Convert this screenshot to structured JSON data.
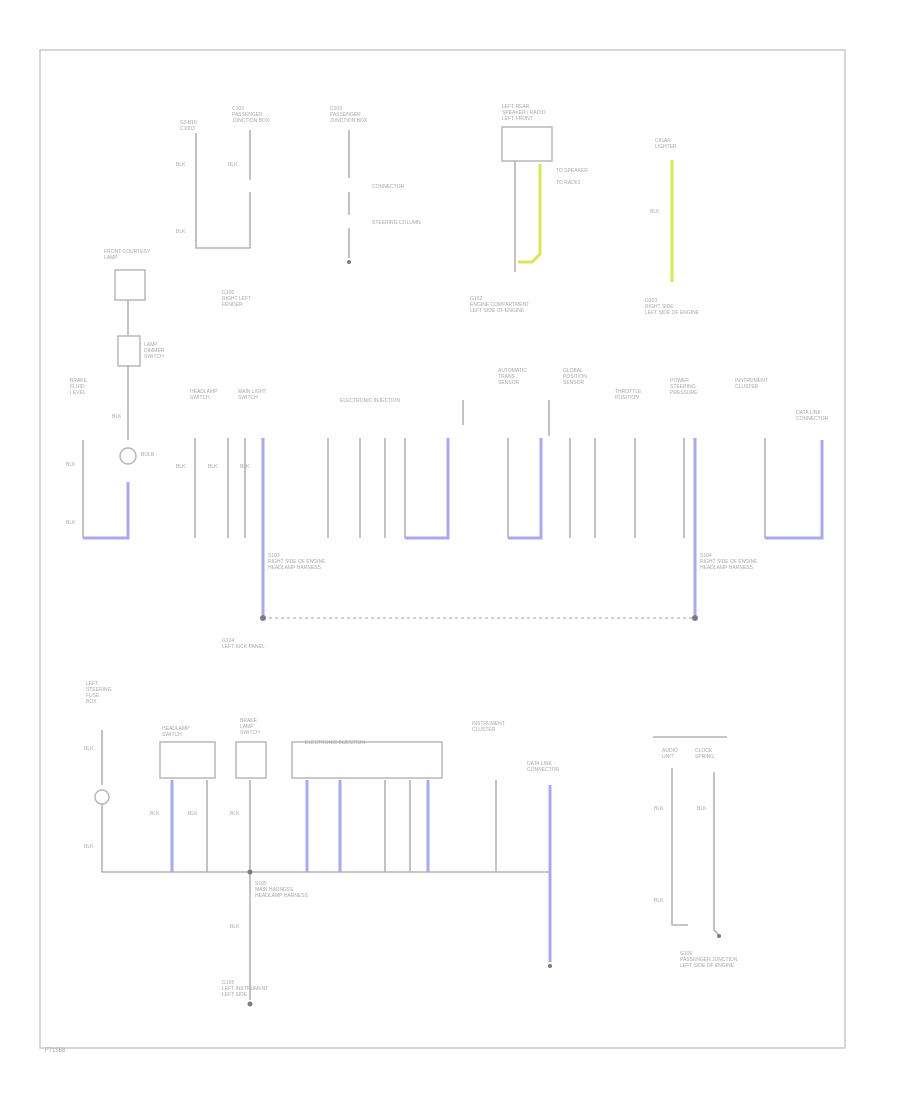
{
  "diagram": {
    "footer_code": "F71568",
    "components": [
      {
        "id": "c1",
        "label": "S3-B10\nC1003"
      },
      {
        "id": "c2",
        "label": "C103\nPASSENGER\nJUNCTION BOX"
      },
      {
        "id": "c3",
        "label": "C103\nPASSENGER\nJUNCTION BOX"
      },
      {
        "id": "c4",
        "label": "LEFT REAR\nSPEAKER / RADIO\nLEFT FRONT"
      },
      {
        "id": "c5",
        "label": "CIGAR\nLIGHTER"
      },
      {
        "id": "c6",
        "label": "FRONT COURTESY\nLAMP"
      },
      {
        "id": "c7",
        "label": "LAMP\nDIMMER\nSWITCH"
      },
      {
        "id": "c8",
        "label": "BRAKE\nFLUID\nLEVEL"
      },
      {
        "id": "c9",
        "label": "HEADLAMP\nSWITCH"
      },
      {
        "id": "c10",
        "label": "MAIN LIGHT\nSWITCH"
      },
      {
        "id": "c11",
        "label": "ELECTRONIC INJECTION"
      },
      {
        "id": "c12",
        "label": "AUTOMATIC\nTRANS\nSENSOR"
      },
      {
        "id": "c13",
        "label": "GLOBAL\nPOSITION\nSENSOR"
      },
      {
        "id": "c14",
        "label": "THROTTLE\nPOSITION"
      },
      {
        "id": "c15",
        "label": "POWER\nSTEERING\nPRESSURE"
      },
      {
        "id": "c16",
        "label": "INSTRUMENT\nCLUSTER"
      },
      {
        "id": "c17",
        "label": "DATA LINK\nCONNECTOR"
      },
      {
        "id": "c18",
        "label": "LEFT\nSTEERING\nFUSE\nBOX"
      },
      {
        "id": "c19",
        "label": "HEADLAMP\nSWITCH"
      },
      {
        "id": "c20",
        "label": "BRAKE\nLAMP\nSWITCH"
      },
      {
        "id": "c21",
        "label": "ELECTRONIC INJECTION"
      },
      {
        "id": "c22",
        "label": "INSTRUMENT\nCLUSTER"
      },
      {
        "id": "c23",
        "label": "DATA LINK\nCONNECTOR"
      },
      {
        "id": "c24",
        "label": "AUDIO\nUNIT"
      },
      {
        "id": "c25",
        "label": "CLOCK\nSPRING"
      }
    ],
    "grounds": [
      {
        "id": "g1",
        "label": "G100\nRIGHT LEFT\nFENDER"
      },
      {
        "id": "g2",
        "label": "G102\nENGINE COMPARTMENT\nLEFT SIDE OF ENGINE"
      },
      {
        "id": "g3",
        "label": "G103\nRIGHT SIDE\nLEFT SIDE OF ENGINE"
      },
      {
        "id": "g4",
        "label": "G104\nLEFT KICK PANEL"
      },
      {
        "id": "g5",
        "label": "G105\nLEFT INSTRUMENT\nLEFT SIDE"
      },
      {
        "id": "g6",
        "label": "G106\nPASSENGER JUNCTION\nLEFT SIDE OF ENGINE"
      }
    ],
    "splices": [
      {
        "id": "s1",
        "label": "S103\nRIGHT SIDE OF ENGINE\nHEADLAMP HARNESS"
      },
      {
        "id": "s2",
        "label": "S104\nRIGHT SIDE OF ENGINE\nHEADLAMP HARNESS"
      },
      {
        "id": "s3",
        "label": "S105\nMAIN HARNESS\nHEADLAMP HARNESS"
      }
    ],
    "wire_label": "BLK",
    "colors": {
      "ground_wire": "#a9a9f0",
      "signal_wire": "#dbe55a",
      "line": "#b4b4b4",
      "frame": "#c8c8c8"
    }
  }
}
